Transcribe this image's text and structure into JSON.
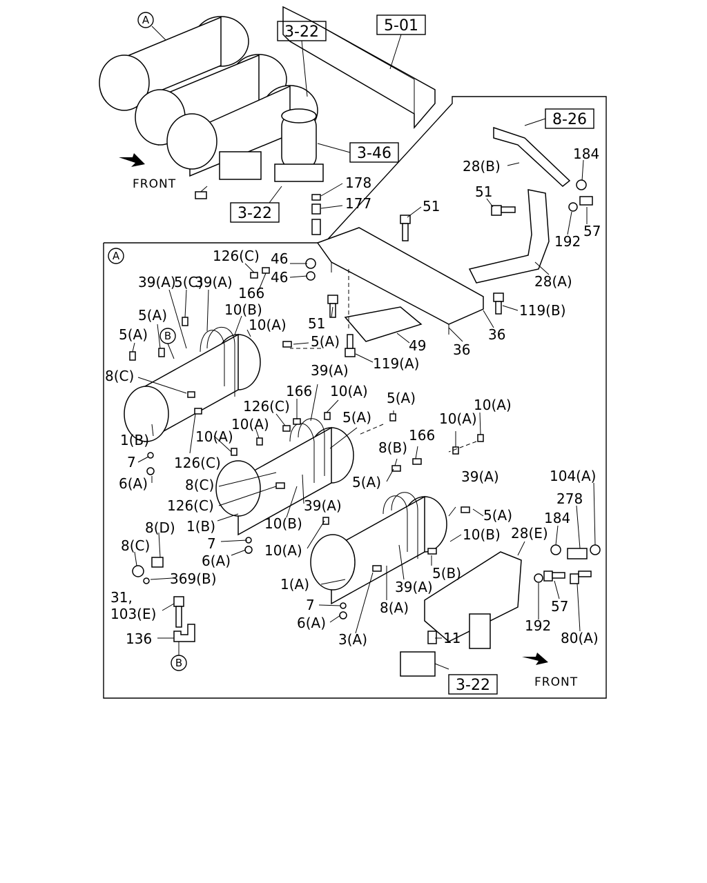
{
  "diagram": {
    "main_callout": "A",
    "detail_callout": "A",
    "sub_callout": "B",
    "front_label": "FRONT",
    "ref_boxes": {
      "r322_top": "3-22",
      "r501": "5-01",
      "r346": "3-46",
      "r322_mid": "3-22",
      "r826": "8-26",
      "r322_bot": "3-22"
    },
    "labels": {
      "l178": "178",
      "l177": "177",
      "l51_top": "51",
      "l184_top": "184",
      "l28b": "28(B)",
      "l51_mid": "51",
      "l57_top": "57",
      "l192_top": "192",
      "l28a": "28(A)",
      "l119b": "119(B)",
      "l36a": "36",
      "l36b": "36",
      "l49": "49",
      "l119a": "119(A)",
      "l51_low": "51",
      "l46a": "46",
      "l46b": "46",
      "l126c_1": "126(C)",
      "l166_1": "166",
      "l5c": "5(C)",
      "l39a_1": "39(A)",
      "l39a_2": "39(A)",
      "l10b_1": "10(B)",
      "l10a_1": "10(A)",
      "l5a_1": "5(A)",
      "l5a_2": "5(A)",
      "l5a_3": "5(A)",
      "l8c_1": "8(C)",
      "l1b_1": "1(B)",
      "l7_1": "7",
      "l6a_1": "6(A)",
      "l126c_2": "126(C)",
      "l10a_2": "10(A)",
      "l39a_3": "39(A)",
      "l166_2": "166",
      "l10a_3": "10(A)",
      "l126c_3": "126(C)",
      "l10a_4": "10(A)",
      "l5a_4": "5(A)",
      "l5a_5": "5(A)",
      "l10a_5": "10(A)",
      "l10a_6": "10(A)",
      "l166_3": "166",
      "l8b": "8(B)",
      "l8c_2": "8(C)",
      "l126c_4": "126(C)",
      "l1b_2": "1(B)",
      "l10b_2": "10(B)",
      "l39a_4": "39(A)",
      "l5a_6": "5(A)",
      "l39a_5": "39(A)",
      "l7_2": "7",
      "l6a_2": "6(A)",
      "l8d": "8(D)",
      "l8c_3": "8(C)",
      "l369b": "369(B)",
      "l31": "31,",
      "l103e": "103(E)",
      "l136": "136",
      "l10a_7": "10(A)",
      "l5a_7": "5(A)",
      "l10b_3": "10(B)",
      "l5b": "5(B)",
      "l1a": "1(A)",
      "l39a_6": "39(A)",
      "l8a": "8(A)",
      "l7_3": "7",
      "l6a_3": "6(A)",
      "l3a": "3(A)",
      "l11": "11",
      "l104a": "104(A)",
      "l278": "278",
      "l184_bot": "184",
      "l28e": "28(E)",
      "l57_bot": "57",
      "l192_bot": "192",
      "l80a": "80(A)"
    }
  }
}
